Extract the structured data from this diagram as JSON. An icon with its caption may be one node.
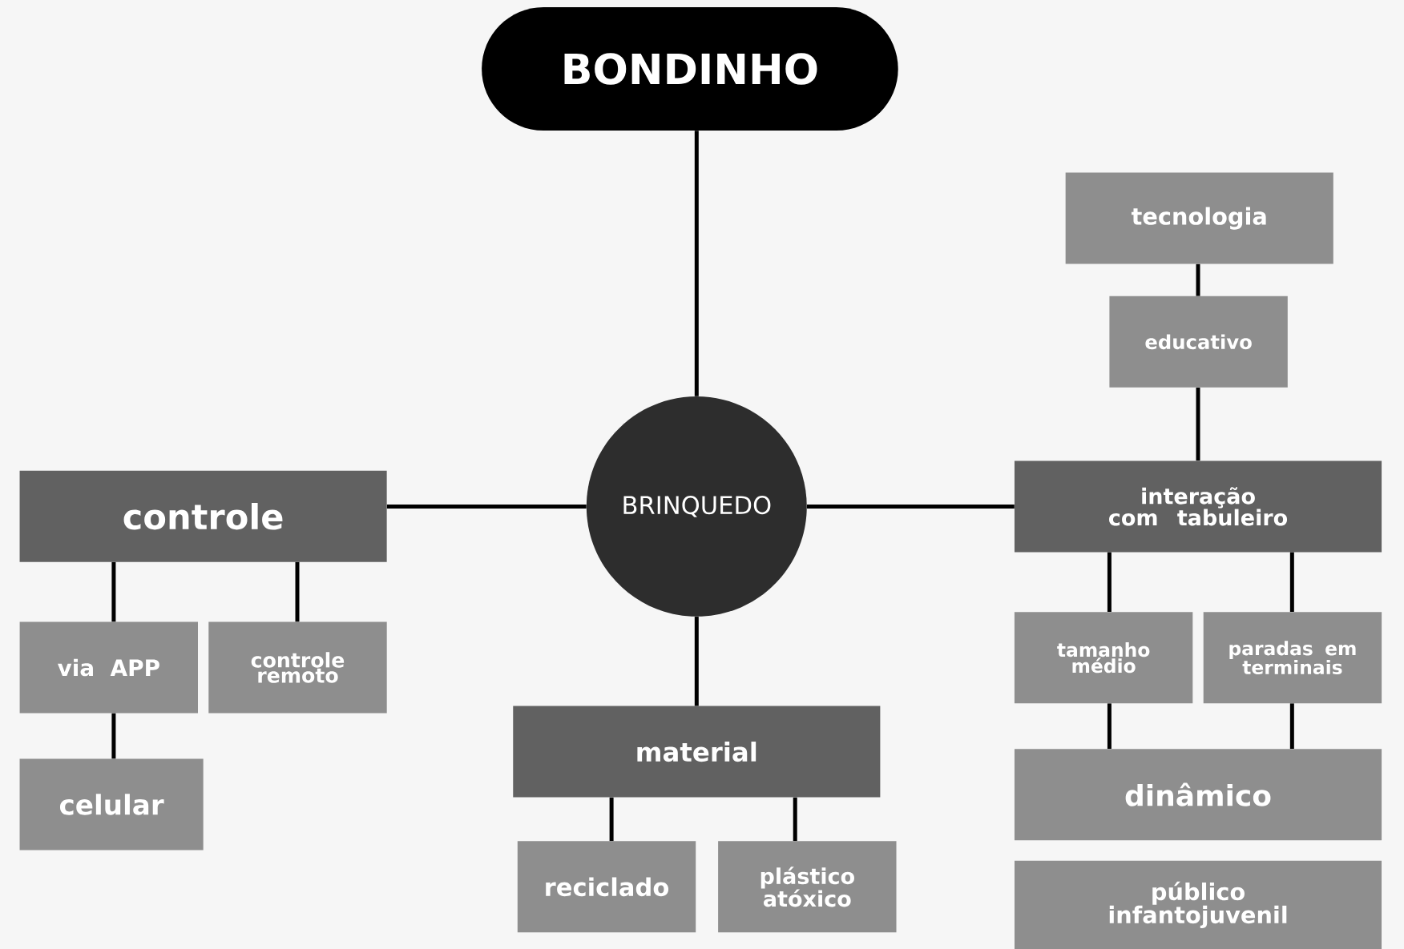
{
  "diagram": {
    "nodes": [
      {
        "text": [
          "BONDINHO"
        ]
      },
      {
        "text": [
          "BRINQUEDO"
        ]
      },
      {
        "text": [
          "controle"
        ]
      },
      {
        "text": [
          "via APP"
        ]
      },
      {
        "text": [
          "controle remoto"
        ]
      },
      {
        "text": [
          "celular"
        ]
      },
      {
        "text": [
          "material"
        ]
      },
      {
        "text": [
          "reciclado"
        ]
      },
      {
        "text": [
          "plástico atóxico"
        ]
      },
      {
        "text": [
          "tecnologia"
        ]
      },
      {
        "text": [
          "educativo"
        ]
      },
      {
        "text": [
          "interação com tabuleiro"
        ]
      },
      {
        "text": [
          "tamanho médio"
        ]
      },
      {
        "text": [
          "paradas em terminais"
        ]
      },
      {
        "text": [
          "dinâmico"
        ]
      },
      {
        "text": [
          "público infantojuvenil"
        ]
      }
    ],
    "edges": [
      {
        "from": 0,
        "to": 1,
        "arrow": "none"
      },
      {
        "from": 1,
        "to": 2,
        "arrow": "none"
      },
      {
        "from": 1,
        "to": 11,
        "arrow": "none"
      },
      {
        "from": 1,
        "to": 6,
        "arrow": "none"
      },
      {
        "from": 2,
        "to": 3,
        "arrow": "none"
      },
      {
        "from": 2,
        "to": 4,
        "arrow": "none"
      },
      {
        "from": 3,
        "to": 5,
        "arrow": "none"
      },
      {
        "from": 6,
        "to": 7,
        "arrow": "none"
      },
      {
        "from": 6,
        "to": 8,
        "arrow": "none"
      },
      {
        "from": 9,
        "to": 10,
        "arrow": "none"
      },
      {
        "from": 10,
        "to": 11,
        "arrow": "none"
      },
      {
        "from": 11,
        "to": 12,
        "arrow": "none"
      },
      {
        "from": 11,
        "to": 13,
        "arrow": "none"
      },
      {
        "from": 12,
        "to": 14,
        "arrow": "none"
      },
      {
        "from": 13,
        "to": 14,
        "arrow": "none"
      }
    ]
  }
}
